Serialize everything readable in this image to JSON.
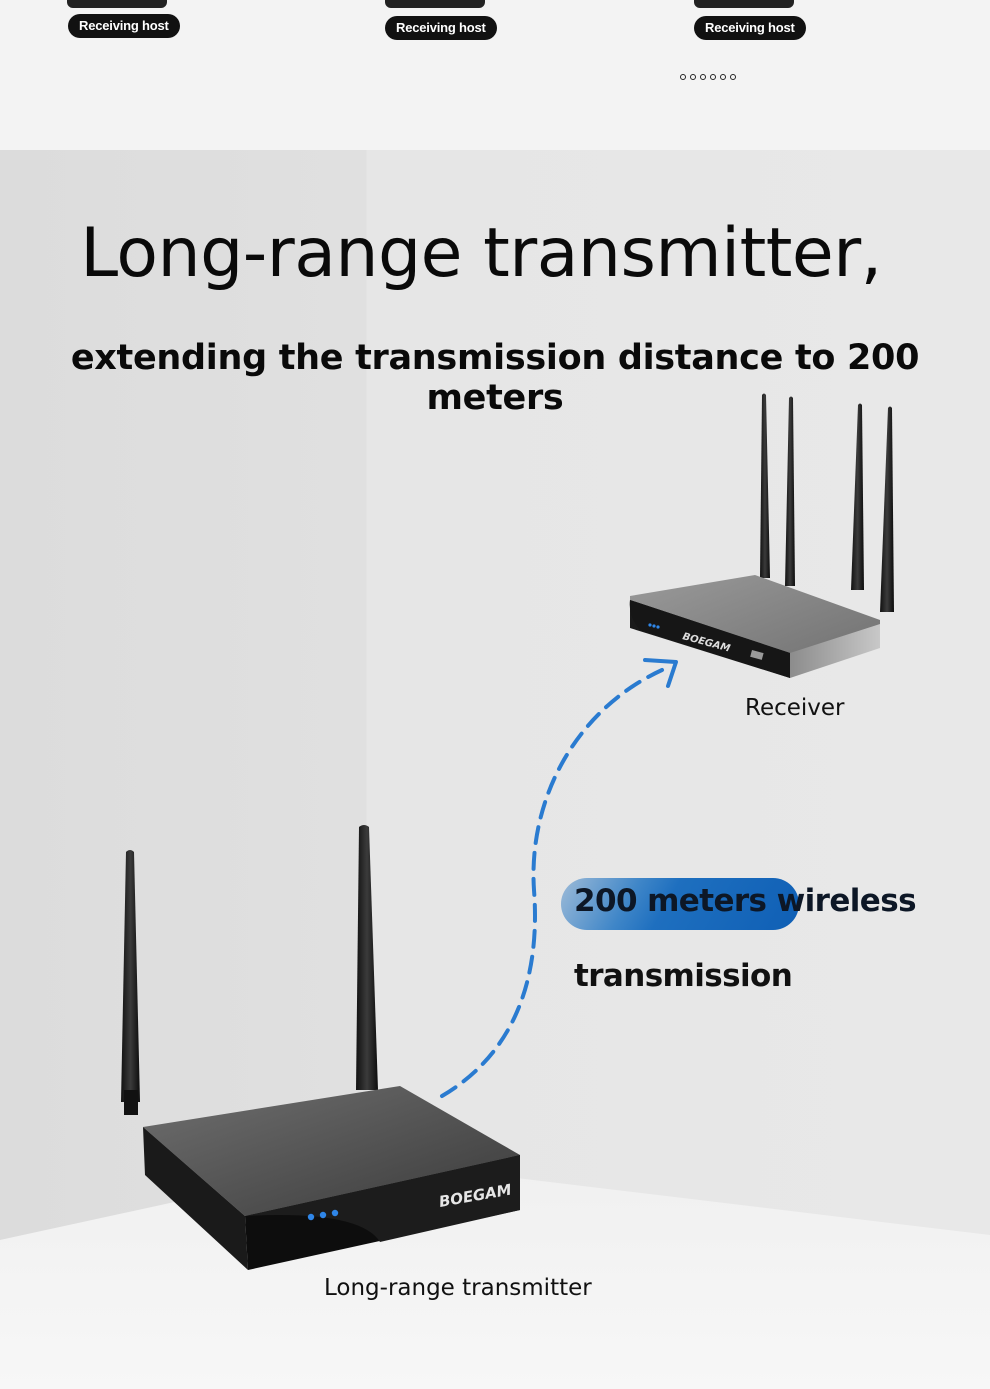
{
  "top_strip": {
    "hosts": [
      {
        "label": "Receiving host"
      },
      {
        "label": "Receiving host"
      },
      {
        "label": "Receiving host"
      }
    ],
    "pagination_dots": 6
  },
  "hero": {
    "title": "Long-range transmitter,",
    "subtitle": "extending the transmission distance to 200 meters"
  },
  "receiver": {
    "caption": "Receiver",
    "brand": "BOEGAM"
  },
  "transmitter": {
    "caption": "Long-range transmitter",
    "brand": "BOEGAM"
  },
  "badge": {
    "line1": "200 meters wireless",
    "line2": "transmission"
  },
  "colors": {
    "accent_blue": "#2a7bd0",
    "led_blue": "#2f86e8",
    "text_dark": "#0a0a0a"
  }
}
